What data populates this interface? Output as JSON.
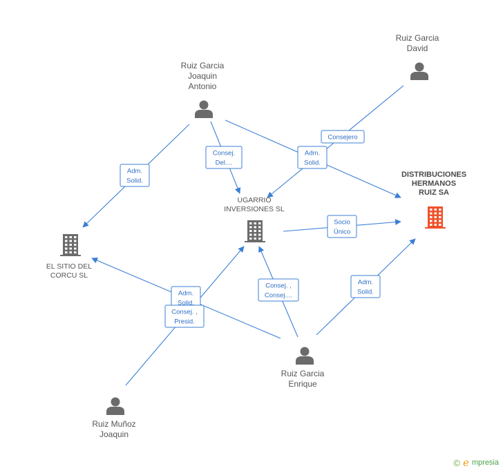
{
  "colors": {
    "edge": "#3b7fd6",
    "person": "#6b6b6b",
    "company": "#6b6b6b",
    "focus_company": "#f0512a"
  },
  "nodes": [
    {
      "id": "ruiz-garcia-joaquin-antonio",
      "type": "person",
      "label": [
        "Ruiz Garcia",
        "Joaquin",
        "Antonio"
      ]
    },
    {
      "id": "ruiz-garcia-david",
      "type": "person",
      "label": [
        "Ruiz Garcia",
        "David"
      ]
    },
    {
      "id": "ugarrio",
      "type": "company",
      "label": [
        "UGARRIO",
        "INVERSIONES SL"
      ]
    },
    {
      "id": "distribuciones",
      "type": "focus-company",
      "label": [
        "DISTRIBUCIONES",
        "HERMANOS",
        "RUIZ SA"
      ]
    },
    {
      "id": "el-sitio",
      "type": "company",
      "label": [
        "EL SITIO DEL",
        "CORCU SL"
      ]
    },
    {
      "id": "ruiz-garcia-enrique",
      "type": "person",
      "label": [
        "Ruiz Garcia",
        "Enrique"
      ]
    },
    {
      "id": "ruiz-munoz-joaquin",
      "type": "person",
      "label": [
        "Ruiz Muñoz",
        "Joaquin"
      ]
    }
  ],
  "edges": [
    {
      "from": "ruiz-garcia-joaquin-antonio",
      "to": "el-sitio",
      "label": [
        "Adm.",
        "Solid."
      ]
    },
    {
      "from": "ruiz-garcia-joaquin-antonio",
      "to": "ugarrio",
      "label": [
        "Consej.",
        "Del...."
      ]
    },
    {
      "from": "ruiz-garcia-joaquin-antonio",
      "to": "distribuciones",
      "label": [
        "Adm.",
        "Solid."
      ]
    },
    {
      "from": "ruiz-garcia-david",
      "to": "ugarrio",
      "label": [
        "Consejero"
      ]
    },
    {
      "from": "ugarrio",
      "to": "distribuciones",
      "label": [
        "Socio",
        "Único"
      ]
    },
    {
      "from": "ruiz-garcia-enrique",
      "to": "ugarrio",
      "label": [
        "Consej. ,",
        "Consej...."
      ]
    },
    {
      "from": "ruiz-garcia-enrique",
      "to": "distribuciones",
      "label": [
        "Adm.",
        "Solid."
      ]
    },
    {
      "from": "ruiz-garcia-enrique",
      "to": "el-sitio",
      "label": [
        "Adm.",
        "Solid."
      ]
    },
    {
      "from": "ruiz-munoz-joaquin",
      "to": "ugarrio",
      "label": [
        "Consej. ,",
        "Presid."
      ]
    }
  ],
  "footer": {
    "copyright": "©",
    "brand_initial": "e",
    "brand_rest": "mpresia"
  }
}
